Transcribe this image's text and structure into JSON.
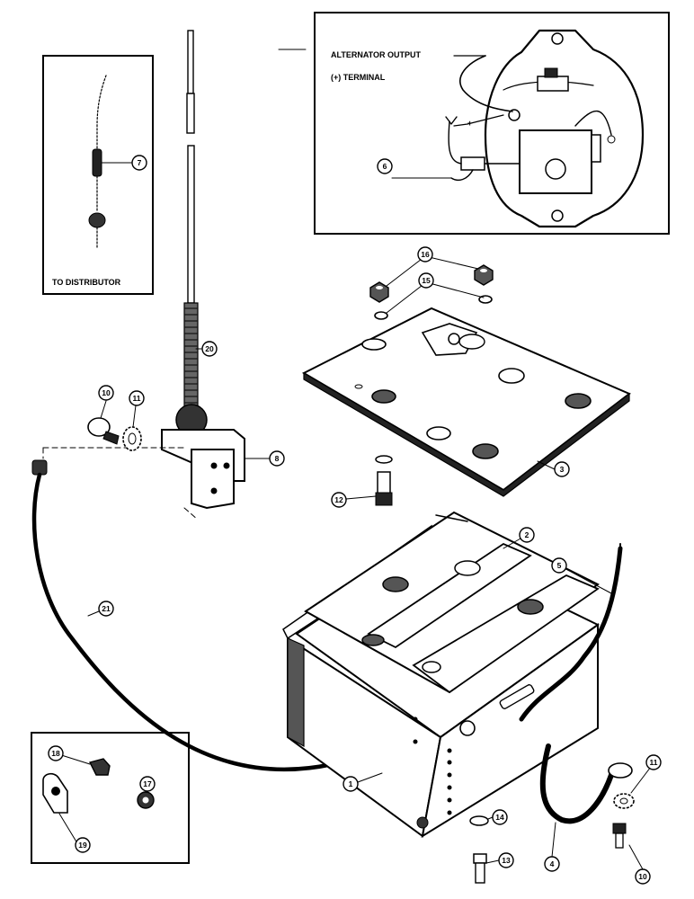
{
  "insets": {
    "distributor_label": "TO DISTRIBUTOR",
    "alternator_output_label": "ALTERNATOR OUTPUT",
    "terminal_label": "(+) TERMINAL",
    "terminal_sign": "+"
  },
  "callouts": {
    "c1": "1",
    "c2": "2",
    "c3": "3",
    "c4": "4",
    "c5": "5",
    "c6": "6",
    "c7": "7",
    "c8": "8",
    "c10a": "10",
    "c10b": "10",
    "c11a": "11",
    "c11b": "11",
    "c12": "12",
    "c13": "13",
    "c14": "14",
    "c15": "15",
    "c16": "16",
    "c17": "17",
    "c18": "18",
    "c19": "19",
    "c20": "20",
    "c21": "21"
  }
}
